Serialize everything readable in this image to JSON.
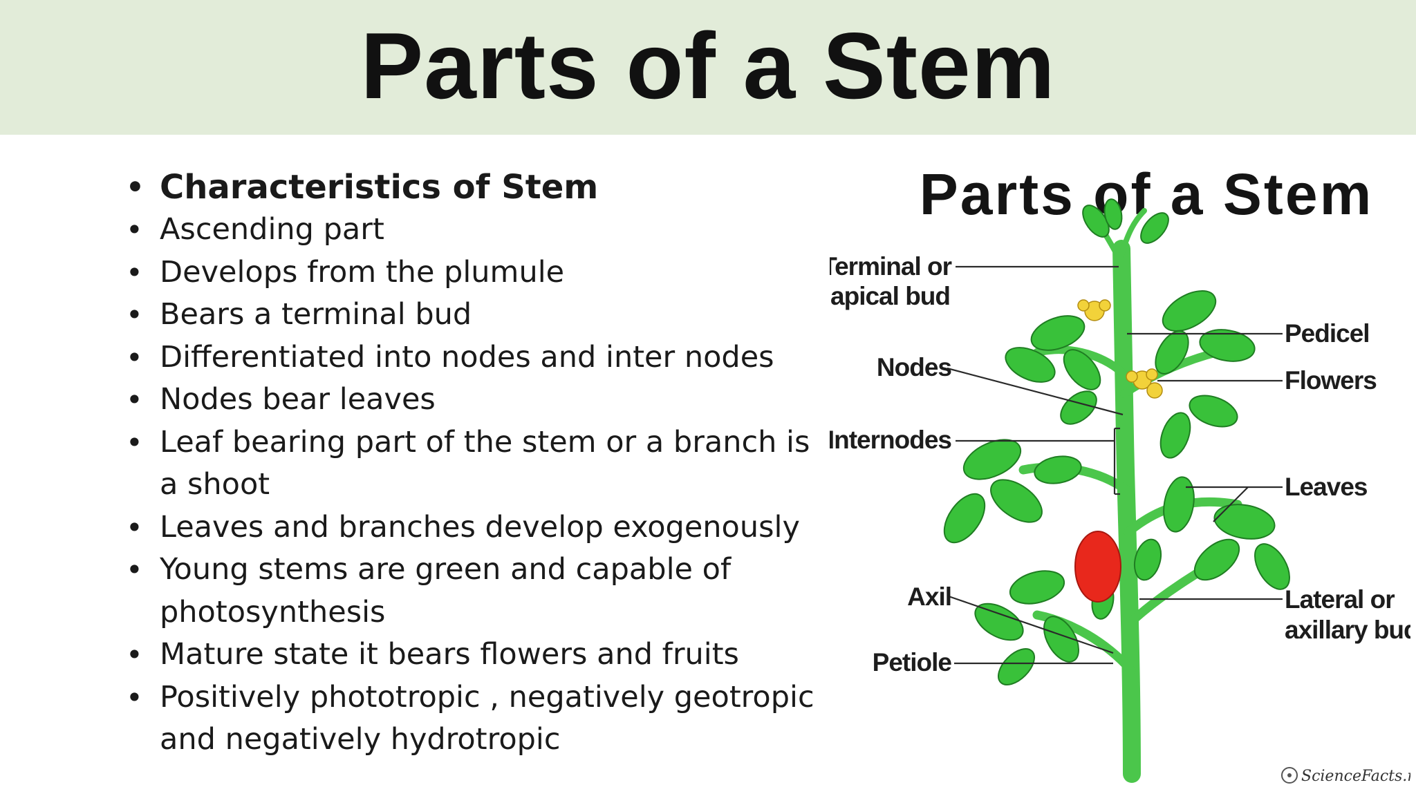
{
  "slide": {
    "title": "Parts of a Stem"
  },
  "bullets": {
    "heading": "Characteristics of Stem",
    "items": [
      "Ascending part",
      "Develops from the plumule",
      "Bears a terminal bud",
      "Differentiated into nodes and inter nodes",
      "Nodes bear leaves",
      "Leaf bearing part of the stem or a branch is a shoot",
      "Leaves and branches develop exogenously",
      "Young stems are green and capable of photosynthesis",
      "Mature state it bears flowers and fruits",
      "Positively phototropic , negatively geotropic and negatively hydrotropic"
    ]
  },
  "diagram": {
    "title": "Parts of a Stem",
    "labels": {
      "terminal_line1": "Terminal or",
      "terminal_line2": "apical bud",
      "nodes": "Nodes",
      "internodes": "Internodes",
      "axil": "Axil",
      "petiole": "Petiole",
      "pedicel": "Pedicel",
      "flowers": "Flowers",
      "leaves": "Leaves",
      "lateral_line1": "Lateral or",
      "lateral_line2": "axillary bud"
    },
    "credit": "ScienceFacts.net",
    "colors": {
      "leaf": "#39c13a",
      "stem": "#4bc64b",
      "fruit": "#e8281c",
      "flower": "#f2d23a",
      "banner": "#e2ecd9"
    }
  }
}
